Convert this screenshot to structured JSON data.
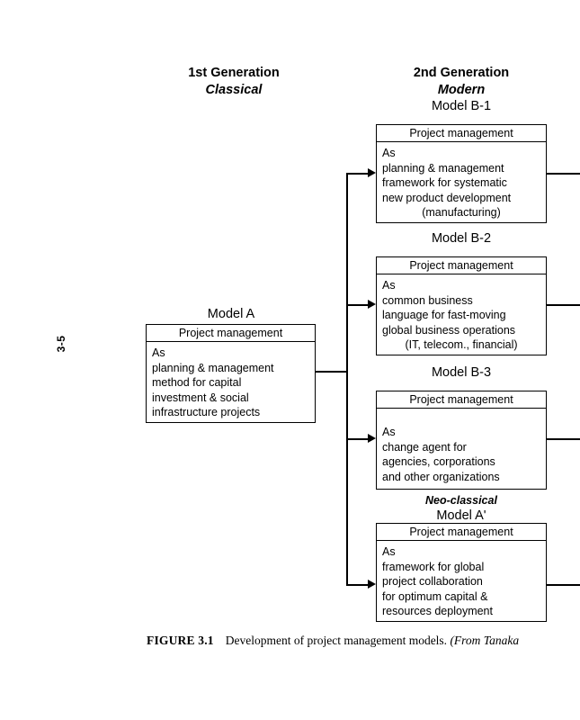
{
  "folio": {
    "page_number": "3-5"
  },
  "headings": {
    "gen1": {
      "title": "1st Generation",
      "subtitle": "Classical"
    },
    "gen2": {
      "title": "2nd Generation",
      "subtitle": "Modern"
    }
  },
  "box_header_label": "Project management",
  "models": {
    "model_a": {
      "label": "Model A",
      "prefix": "",
      "header": "Project management",
      "lines": [
        "As",
        "planning & management",
        "method for capital",
        "investment & social",
        "infrastructure projects"
      ],
      "centered_last": false
    },
    "model_b1": {
      "label": "Model B-1",
      "prefix": "",
      "header": "Project management",
      "lines": [
        "As",
        "planning & management",
        "framework for systematic",
        "new product development",
        "(manufacturing)"
      ],
      "centered_last": true
    },
    "model_b2": {
      "label": "Model B-2",
      "prefix": "",
      "header": "Project management",
      "lines": [
        "As",
        "common business",
        "language for fast-moving",
        "global business operations",
        "(IT, telecom., financial)"
      ],
      "centered_last": true
    },
    "model_b3": {
      "label": "Model B-3",
      "prefix": "",
      "header": "Project management",
      "lines": [
        "As",
        "change agent for",
        "agencies, corporations",
        "and other organizations"
      ],
      "centered_last": false
    },
    "model_a_prime": {
      "label": "Model A'",
      "prefix": "Neo-classical",
      "header": "Project management",
      "lines": [
        "As",
        "framework for global",
        "project collaboration",
        "for optimum capital &",
        "resources deployment"
      ],
      "centered_last": false
    }
  },
  "caption": {
    "label": "FIGURE 3.1",
    "text": "Development of project management models.",
    "source": "(From Tanaka"
  },
  "colors": {
    "ink": "#000000",
    "paper": "#ffffff"
  }
}
